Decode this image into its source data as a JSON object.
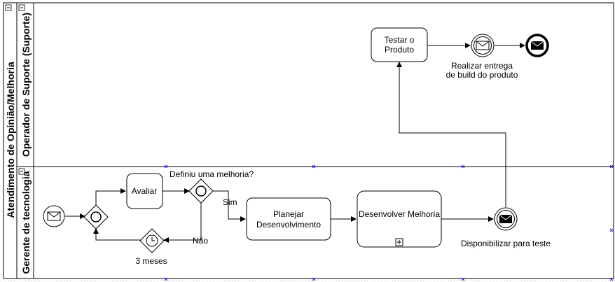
{
  "pool": {
    "label": "Atendimento de Opinião/Melhoria"
  },
  "lanes": [
    {
      "label": "Operador de Suporte (Suporte)"
    },
    {
      "label": "Gerente de tecnologia"
    }
  ],
  "tasks": {
    "avaliar": "Avaliar",
    "planejar_line1": "Planejar",
    "planejar_line2": "Desenvolvimento",
    "desenvolver": "Desenvolver Melhoria",
    "testar_line1": "Testar o",
    "testar_line2": "Produto"
  },
  "labels": {
    "gateway_question": "Definiu uma melhoria?",
    "sim": "Sim",
    "nao": "Não",
    "timer": "3 meses",
    "disponibilizar": "Disponibilizar para teste",
    "entrega_line1": "Realizar entrega",
    "entrega_line2": "de build do produto"
  },
  "icons": {
    "start": "message-start-event-icon",
    "timer": "timer-event-icon",
    "intermediate": "message-intermediate-event-icon",
    "end": "message-end-event-icon",
    "subprocess_marker": "plus-icon",
    "collapse": "minus-icon"
  },
  "colors": {
    "stroke": "#000000",
    "selection_marker": "#1a1aff"
  }
}
